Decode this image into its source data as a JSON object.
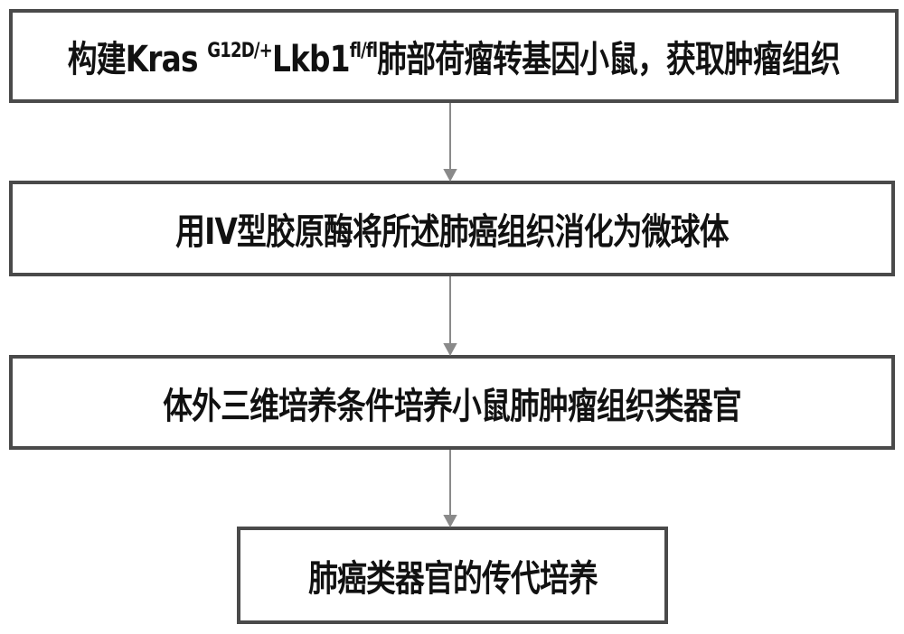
{
  "steps": [
    {
      "prefix": "构建Kras ",
      "sup1": "G12D/+",
      "mid": "Lkb1",
      "sup2": "fl/fl",
      "suffix": "肺部荷瘤转基因小鼠，获取肿瘤组织"
    },
    {
      "text": "用IV型胶原酶将所述肺癌组织消化为微球体"
    },
    {
      "text": "体外三维培养条件培养小鼠肺肿瘤组织类器官"
    },
    {
      "text": "肺癌类器官的传代培养"
    }
  ],
  "colors": {
    "border": "#4a4a4a",
    "arrow": "#8a8a8a"
  }
}
